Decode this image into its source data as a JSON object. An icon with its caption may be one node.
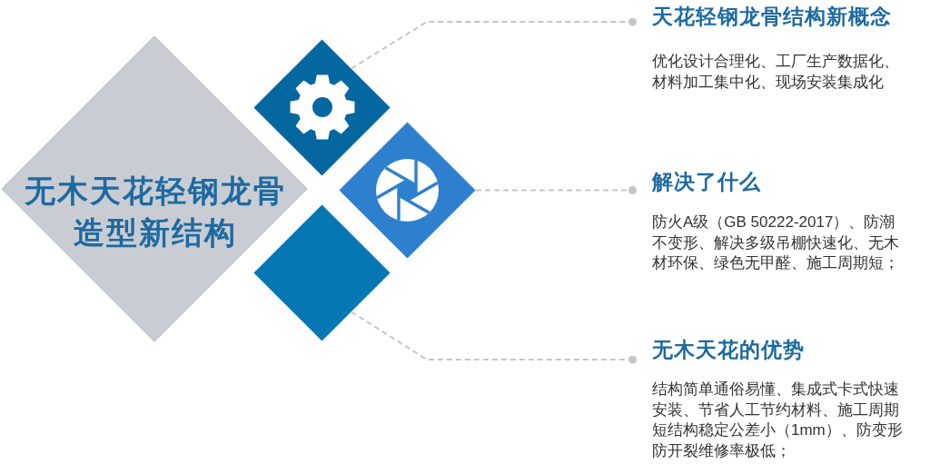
{
  "diagram": {
    "nodes": [
      {
        "text": [
          "无木天花轻钢龙骨造型新结构"
        ]
      },
      {
        "text": [],
        "shape": "diamond"
      },
      {
        "text": [],
        "shape": "diamond"
      },
      {
        "text": [],
        "shape": "diamond"
      },
      {
        "text": [
          "天花轻钢龙骨结构新概念",
          "优化设计合理化、工厂生产数据化、材料加工集中化、现场安装集成化"
        ]
      },
      {
        "text": [
          "解决了什么",
          "防火A级（GB 50222-2017）、防潮不变形、解决多级吊棚快速化、无木材环保、绿色无甲醛、施工周期短；"
        ]
      },
      {
        "text": [
          "无木天花的优势",
          "结构简单通俗易懂、集成式卡式快速安装、节省人工节约材料、施工周期短结构稳定公差小（1mm）、防变形防开裂维修率极低；"
        ]
      }
    ],
    "edges": [
      {
        "from": 1,
        "to": 4,
        "arrow": "other",
        "style": "dashed"
      },
      {
        "from": 2,
        "to": 5,
        "arrow": "other",
        "style": "dashed"
      },
      {
        "from": 3,
        "to": 6,
        "arrow": "other",
        "style": "dashed"
      }
    ]
  }
}
